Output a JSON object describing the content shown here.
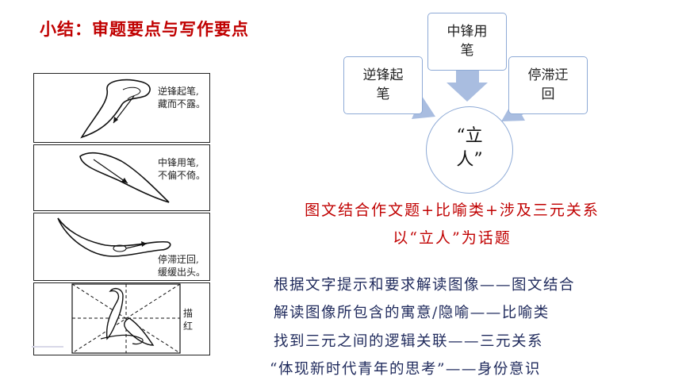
{
  "title": "小结：审题要点与写作要点",
  "panels": [
    {
      "caption_line1": "逆锋起笔,",
      "caption_line2": "藏而不露。"
    },
    {
      "caption_line1": "中锋用笔,",
      "caption_line2": "不偏不倚。"
    },
    {
      "caption_line1": "停滞迂回,",
      "caption_line2": "缓缓出头。"
    },
    {
      "caption_line1": "描",
      "caption_line2": "红"
    }
  ],
  "diagram": {
    "top_node": {
      "line1": "中锋用",
      "line2": "笔"
    },
    "left_node": {
      "line1": "逆锋起",
      "line2": "笔"
    },
    "right_node": {
      "line1": "停滞迂",
      "line2": "回"
    },
    "center": {
      "line1": "“立",
      "line2": "人”"
    },
    "arrow_color": "#a9bde0",
    "border_color": "#8eaad6"
  },
  "red_lines": [
    "图文结合作文题+比喻类+涉及三元关系",
    "以“立人”为话题"
  ],
  "blue_lines": [
    "根据文字提示和要求解读图像——图文结合",
    "解读图像所包含的寓意/隐喻——比喻类",
    "找到三元之间的逻辑关联——三元关系",
    "“体现新时代青年的思考”——身份意识"
  ],
  "colors": {
    "title": "#c00000",
    "red_text": "#c00000",
    "blue_text": "#1f2a5c"
  }
}
